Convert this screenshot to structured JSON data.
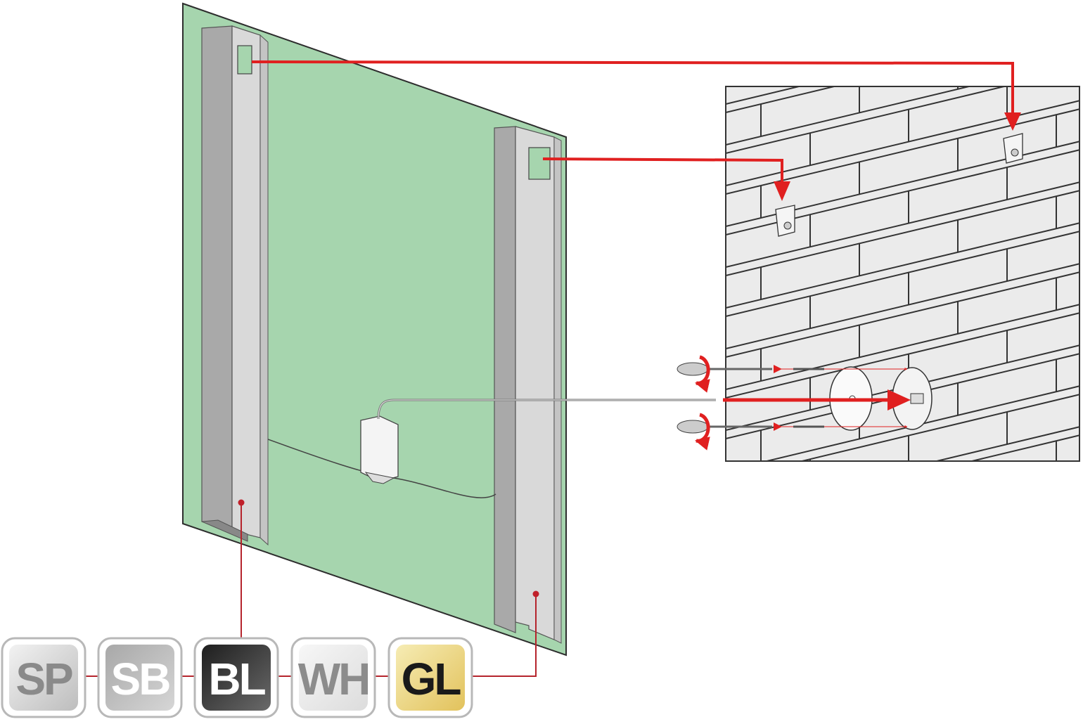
{
  "badges": [
    {
      "label": "SP",
      "text_color": "#8a8a8a",
      "bg_top": "#f2f2f2",
      "bg_bottom": "#bdbdbd"
    },
    {
      "label": "SB",
      "text_color": "#ffffff",
      "bg_top": "#a8a8a8",
      "bg_bottom": "#d6d6d6"
    },
    {
      "label": "BL",
      "text_color": "#ffffff",
      "bg_top": "#1e1e1e",
      "bg_bottom": "#6a6a6a"
    },
    {
      "label": "WH",
      "text_color": "#8c8c8c",
      "bg_top": "#f7f7f7",
      "bg_bottom": "#dcdcdc"
    },
    {
      "label": "GL",
      "text_color": "#1a1a1a",
      "bg_top": "#f6ecb4",
      "bg_bottom": "#e2c25c"
    }
  ],
  "colors": {
    "panel": "#a6d5ae",
    "arrow": "#e02020",
    "wall": "#ebebeb",
    "rail_dark": "#a9a9a9",
    "rail_light": "#d9d9d9"
  }
}
